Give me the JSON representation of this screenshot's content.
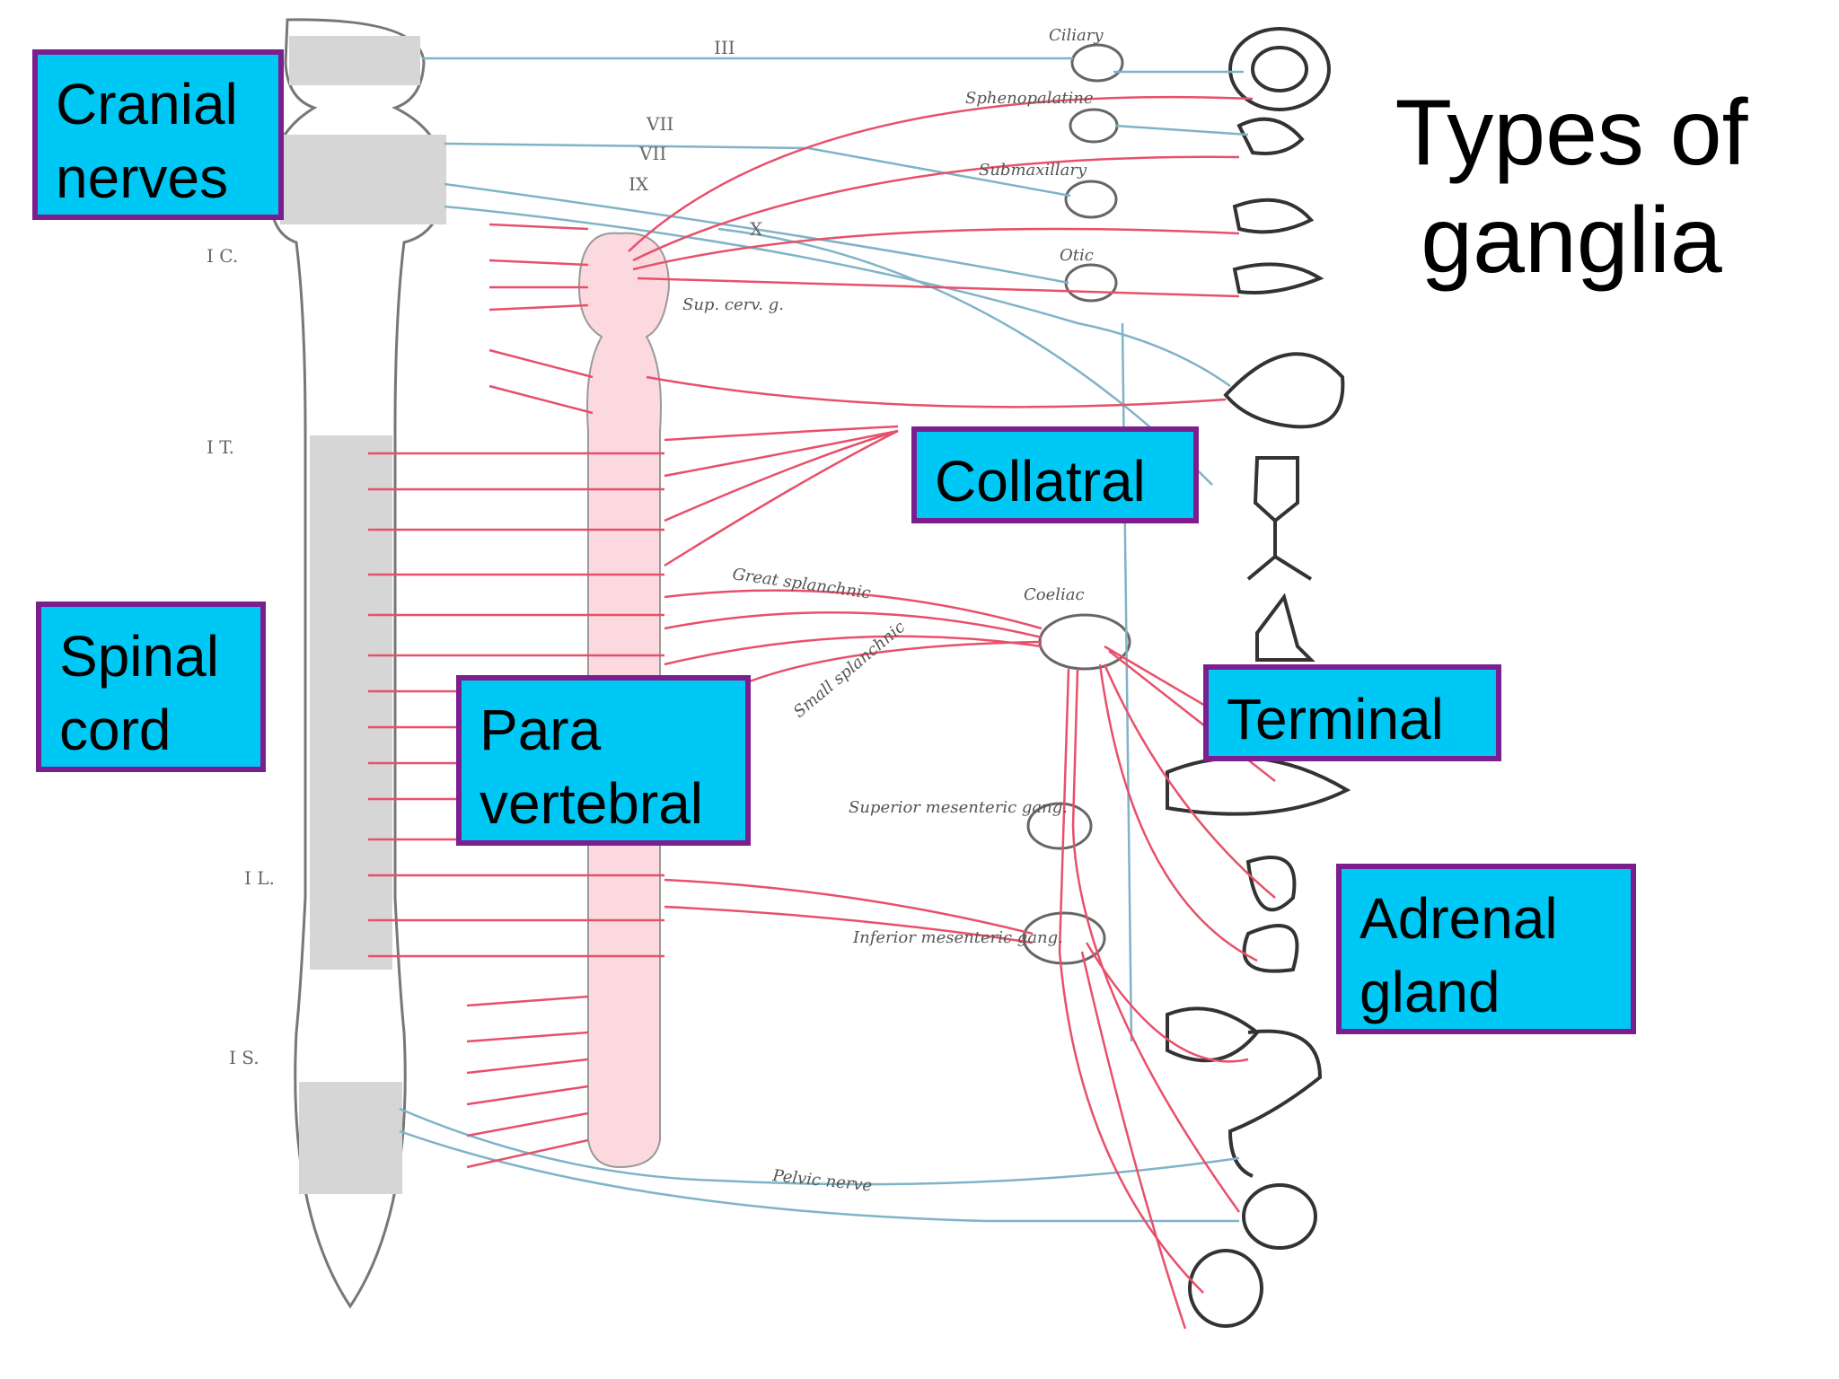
{
  "title": "Types of\nganglia",
  "labels": {
    "cranial": "Cranial\nnerves",
    "spinal": "Spinal\ncord",
    "para": "Para\nvertebral",
    "collateral": "Collatral",
    "terminal": "Terminal",
    "adrenal": "Adrenal\ngland"
  },
  "diagram_text": {
    "n3": "III",
    "n7a": "VII",
    "n7b": "VII",
    "n9": "IX",
    "n10": "X",
    "ciliary": "Ciliary",
    "spheno": "Sphenopalatine",
    "submax": "Submaxillary",
    "otic": "Otic",
    "supcerv": "Sup. cerv. g.",
    "greatspl": "Great splanchnic",
    "coeliac": "Coeliac",
    "smallspl": "Small splanchnic",
    "supmes": "Superior mesenteric gang.",
    "infmes": "Inferior mesenteric gang.",
    "pelvic": "Pelvic nerve",
    "seg1c": "I C.",
    "seg1t": "I T.",
    "seg1l": "I L.",
    "seg1s": "I S."
  },
  "colors": {
    "label_fill": "#00c8f5",
    "label_border": "#7b1f8e",
    "sympathetic_line": "#e8506a",
    "parasympathetic_line": "#7fb3c8"
  }
}
